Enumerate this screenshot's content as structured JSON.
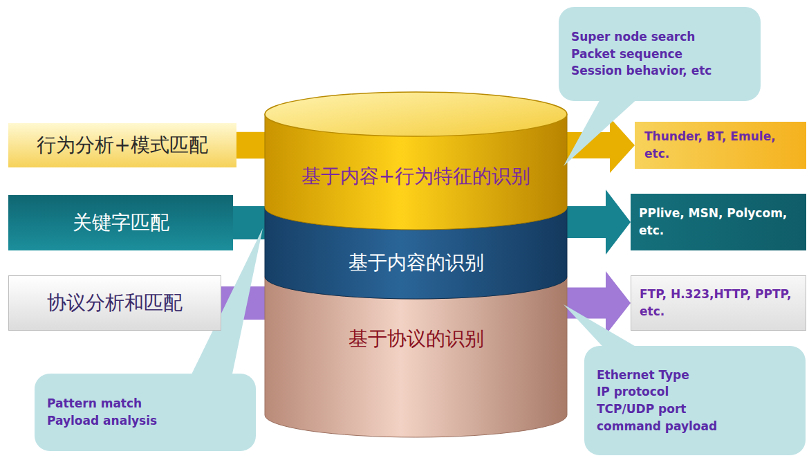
{
  "diagram": {
    "nodes": [
      {
        "text": [
          "Super node search",
          "Packet sequence",
          "Session behavior, etc"
        ]
      },
      {
        "text": [
          "行为分析+模式匹配"
        ]
      },
      {
        "text": [
          "基于内容+行为特征的识别"
        ]
      },
      {
        "text": [
          "Thunder, BT, Emule, etc."
        ]
      },
      {
        "text": [
          "关键字匹配"
        ]
      },
      {
        "text": [
          "基于内容的识别"
        ]
      },
      {
        "text": [
          "PPlive, MSN, Polycom, etc."
        ]
      },
      {
        "text": [
          "协议分析和匹配"
        ]
      },
      {
        "text": [
          "基于协议的识别"
        ]
      },
      {
        "text": [
          "FTP, H.323,HTTP, PPTP, etc."
        ]
      },
      {
        "text": [
          "Pattern match",
          "Payload analysis"
        ]
      },
      {
        "text": [
          "Ethernet Type",
          "IP protocol",
          "TCP/UDP port",
          "command payload"
        ]
      }
    ],
    "edges": [
      {
        "from": 1,
        "to": 2,
        "arrow": "none"
      },
      {
        "from": 2,
        "to": 3,
        "arrow": "to"
      },
      {
        "from": 4,
        "to": 5,
        "arrow": "none"
      },
      {
        "from": 5,
        "to": 6,
        "arrow": "to"
      },
      {
        "from": 7,
        "to": 8,
        "arrow": "none"
      },
      {
        "from": 8,
        "to": 9,
        "arrow": "to"
      }
    ]
  }
}
